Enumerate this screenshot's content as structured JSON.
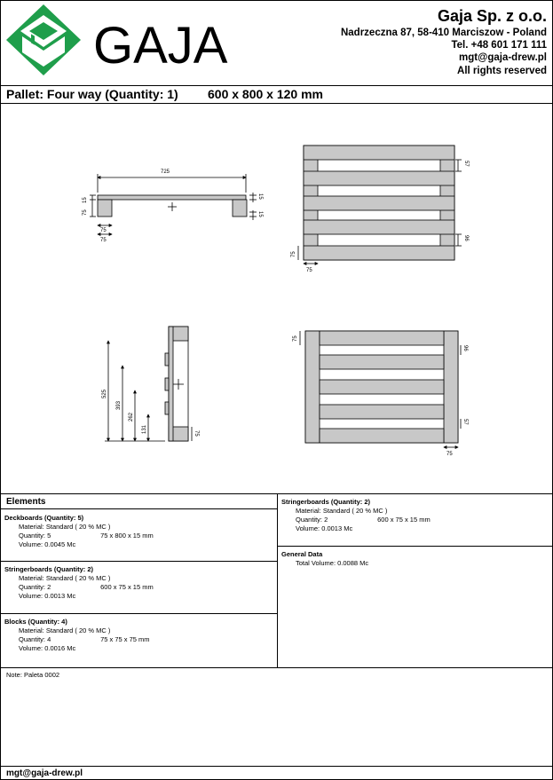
{
  "header": {
    "logo_text": "GAJA",
    "company": "Gaja Sp. z o.o.",
    "address": "Nadrzeczna 87, 58-410 Marciszow - Poland",
    "phone": "Tel. +48 601 171 111",
    "email": "mgt@gaja-drew.pl",
    "rights": "All rights reserved"
  },
  "title": {
    "pallet": "Pallet: Four way (Quantity: 1)",
    "size": "600 x 800 x 120 mm"
  },
  "drawing_dims": {
    "side_725": "725",
    "side_15a": "15",
    "side_75": "75",
    "side_15b": "15",
    "side_15c": "15",
    "side_75b": "75",
    "side_75c": "75",
    "top_57": "57",
    "top_96": "96",
    "top_75v": "75",
    "top_75h": "75",
    "front_525": "525",
    "front_393": "393",
    "front_262": "262",
    "front_131": "131",
    "front_75": "75",
    "bot_75v": "75",
    "bot_96": "96",
    "bot_57": "57",
    "bot_75h": "75"
  },
  "elements": {
    "heading": "Elements",
    "material_label": "Material:",
    "quantity_label": "Quantity:",
    "volume_label": "Volume:",
    "deckboards": {
      "title": "Deckboards (Quantity: 5)",
      "material": "Standard ( 20 % MC )",
      "quantity": "5",
      "dims": "75 x 800 x 15 mm",
      "volume": "0.0045 Mc"
    },
    "stringer1": {
      "title": "Stringerboards (Quantity: 2)",
      "material": "Standard ( 20 % MC )",
      "quantity": "2",
      "dims": "600 x 75 x 15 mm",
      "volume": "0.0013 Mc"
    },
    "blocks": {
      "title": "Blocks (Quantity: 4)",
      "material": "Standard ( 20 % MC )",
      "quantity": "4",
      "dims": "75 x 75 x 75 mm",
      "volume": "0.0016 Mc"
    },
    "stringer2": {
      "title": "Stringerboards (Quantity: 2)",
      "material": "Standard ( 20 % MC )",
      "quantity": "2",
      "dims": "600 x 75 x 15 mm",
      "volume": "0.0013 Mc"
    },
    "general": {
      "title": "General Data",
      "total_label": "Total Volume:",
      "total": "0.0088 Mc"
    }
  },
  "note": "Note: Paleta 0002",
  "footer": "mgt@gaja-drew.pl",
  "colors": {
    "wood": "#c8c8c8",
    "line": "#000000",
    "logo_green": "#1f9e4b"
  }
}
